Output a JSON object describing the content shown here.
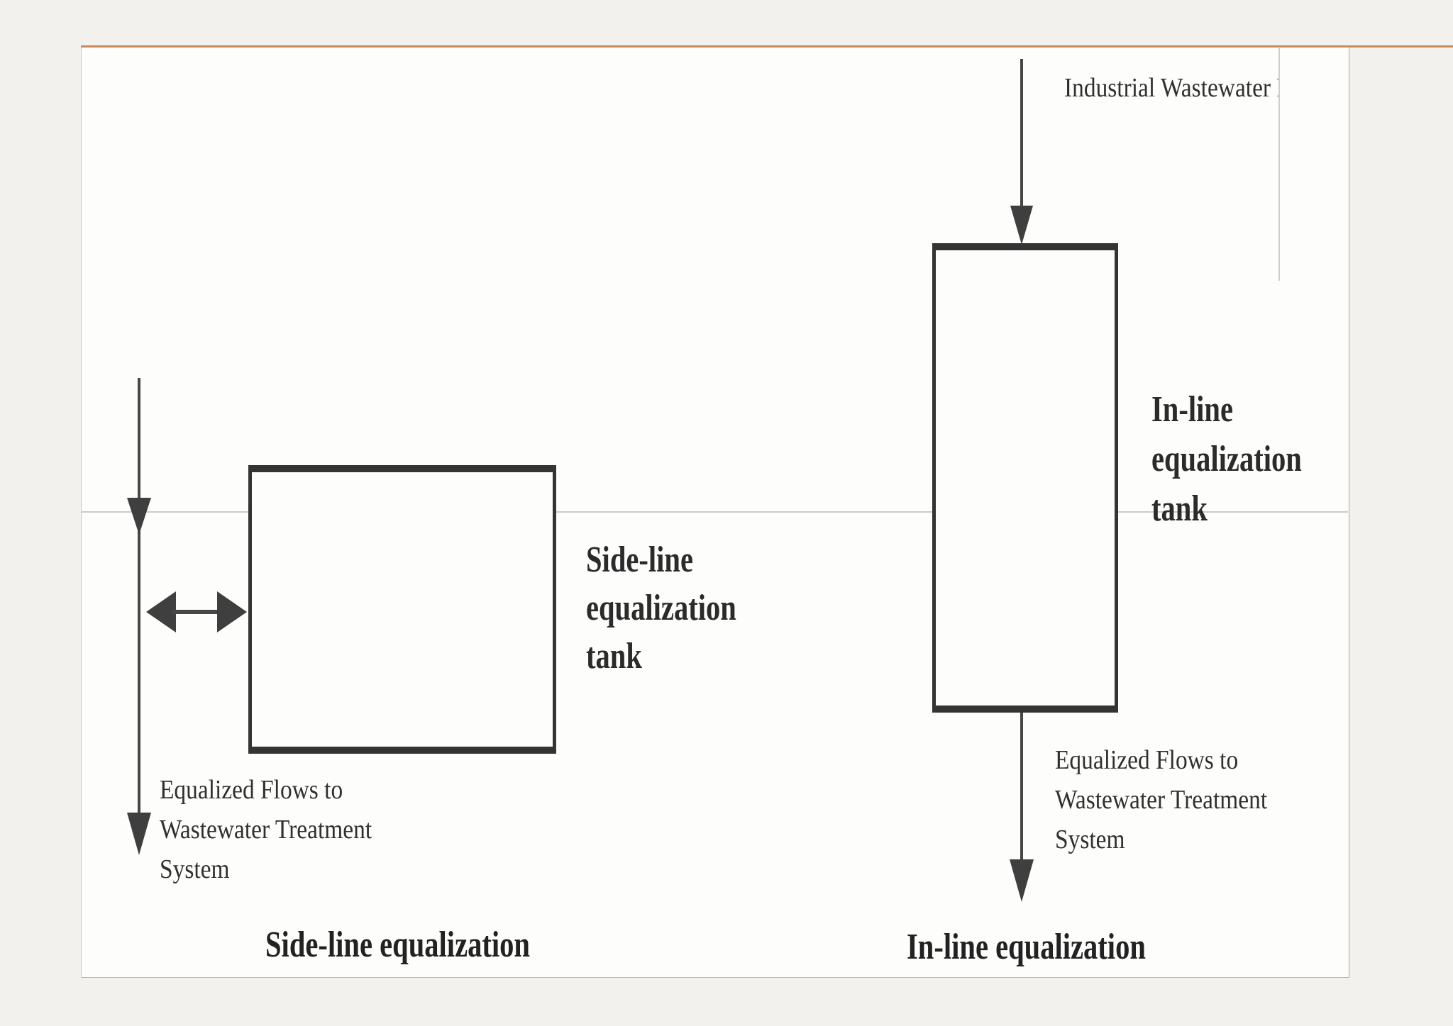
{
  "left_diagram": {
    "tank_label": [
      "Side-line",
      "equalization",
      "tank"
    ],
    "outflow_label": [
      "Equalized Flows to",
      "Wastewater Treatment",
      "System"
    ],
    "caption": "Side-line equalization"
  },
  "right_diagram": {
    "inflow_label": "Industrial Wastewater Flows",
    "tank_label": [
      "In-line",
      "equalization",
      "tank"
    ],
    "outflow_label": [
      "Equalized Flows to",
      "Wastewater Treatment",
      "System"
    ],
    "caption": "In-line equalization"
  },
  "colors": {
    "accent_top_border": "#c98a5a",
    "ink": "#3f3f3f",
    "faint_line": "#b3b1ae",
    "page_background": "#fdfdfc",
    "margin_background": "#f2f1ee"
  }
}
